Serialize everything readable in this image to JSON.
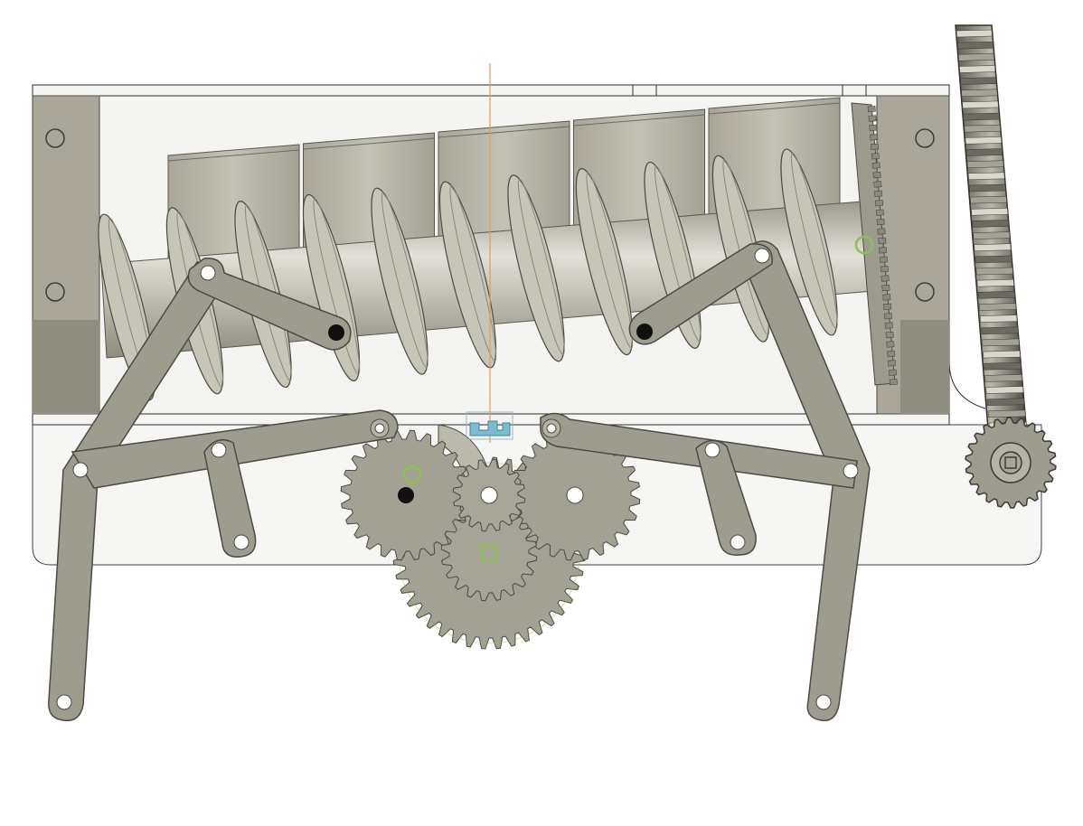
{
  "scene": {
    "kind": "cad-viewport",
    "subject": "auger-mechanism-assembly",
    "background_color": "#ffffff",
    "colors": {
      "part_fill": "#a7a497",
      "part_fill_light": "#c2bfb3",
      "part_shade": "#8b887c",
      "part_stroke": "#4b4a44",
      "frame_fill": "#f3f3f1",
      "frame_stroke": "#2b2b2b",
      "axis_line": "#e0a050",
      "origin_marker": "#7cbad0",
      "joint_marker": "#8cc152"
    },
    "counts": {
      "screw_flights": 11,
      "hopper_bins": 5,
      "gears": 5
    }
  }
}
